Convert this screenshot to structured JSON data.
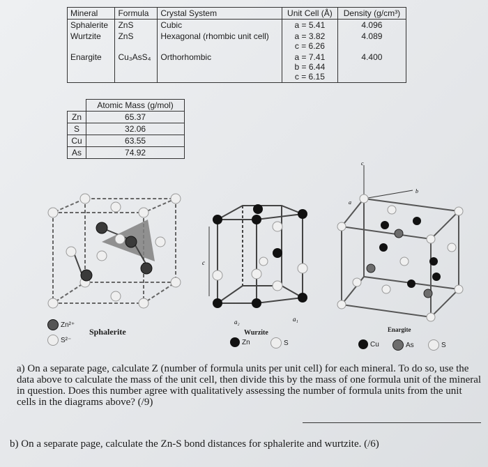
{
  "minerals_table": {
    "headers": [
      "Mineral",
      "Formula",
      "Crystal System",
      "Unit Cell (Å)",
      "Density (g/cm³)"
    ],
    "rows": [
      {
        "mineral": "Sphalerite",
        "formula": "ZnS",
        "system": "Cubic",
        "cell": [
          "a = 5.41"
        ],
        "density": "4.096"
      },
      {
        "mineral": "Wurtzite",
        "formula": "ZnS",
        "system": "Hexagonal (rhombic unit cell)",
        "cell": [
          "a = 3.82",
          "c = 6.26"
        ],
        "density": "4.089"
      },
      {
        "mineral": "Enargite",
        "formula": "Cu₃AsS₄",
        "system": "Orthorhombic",
        "cell": [
          "a = 7.41",
          "b = 6.44",
          "c = 6.15"
        ],
        "density": "4.400"
      }
    ]
  },
  "mass_table": {
    "header": "Atomic Mass (g/mol)",
    "rows": [
      {
        "element": "Zn",
        "mass": "65.37"
      },
      {
        "element": "S",
        "mass": "32.06"
      },
      {
        "element": "Cu",
        "mass": "63.55"
      },
      {
        "element": "As",
        "mass": "74.92"
      }
    ]
  },
  "figures": {
    "sphalerite": {
      "caption": "Sphalerite",
      "legend": [
        "Zn²⁺",
        "S²⁻"
      ]
    },
    "wurtzite": {
      "caption": "Wurzite",
      "legend": [
        "Zn",
        "S"
      ],
      "axes": [
        "c",
        "a₂",
        "a₁"
      ]
    },
    "enargite": {
      "caption": "Enargite",
      "legend": [
        "Cu",
        "As",
        "S"
      ],
      "axes": [
        "c",
        "a",
        "b"
      ]
    }
  },
  "questions": {
    "a": "a)  On a separate page, calculate Z (number of formula units per unit cell) for each mineral. To do so, use the data above to calculate the mass of the unit cell, then divide this by the mass of one formula unit of the mineral in question. Does this number agree with qualitatively assessing the number of formula units from the unit cells in the diagrams above? (/9)",
    "b": "b)  On a separate page, calculate the Zn-S bond distances for sphalerite and wurtzite. (/6)"
  },
  "colors": {
    "zn": "#1d1d1d",
    "s": "#f2f2f2",
    "cu": "#111111",
    "as": "#6d6d6d"
  }
}
